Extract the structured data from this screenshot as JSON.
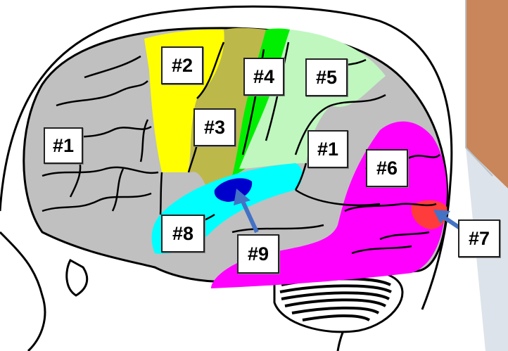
{
  "labels": {
    "l1a": "#1",
    "l2": "#2",
    "l3": "#3",
    "l4": "#4",
    "l5": "#5",
    "l1b": "#1",
    "l6": "#6",
    "l7": "#7",
    "l8": "#8",
    "l9": "#9"
  },
  "colors": {
    "background": "#ffffff",
    "cortex_gray": "#c0c0c0",
    "region_1": "#c0c0c0",
    "region_2": "#ffff00",
    "region_3": "#bdb84a",
    "region_4": "#00ee00",
    "region_5": "#bff7bf",
    "region_6": "#ff00ff",
    "region_7": "#ff3b3b",
    "region_8": "#00ffff",
    "region_9": "#0000cc",
    "arrow": "#4472c4",
    "side_panel": "#c8865a",
    "outline": "#000000"
  }
}
